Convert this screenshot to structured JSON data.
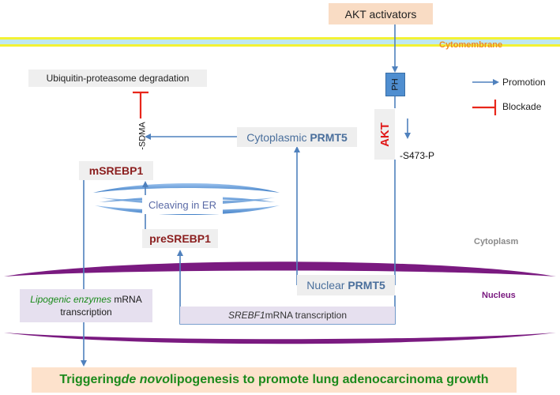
{
  "labels": {
    "akt_activators": "AKT activators",
    "cytomembrane": "Cytomembrane",
    "ubiquitin": "Ubiquitin-proteasome degradation",
    "ph": "PH",
    "promotion": "Promotion",
    "blockade": "Blockade",
    "akt": "AKT",
    "sdma": "-SDMA",
    "cytoplasmic_prefix": "Cytoplasmic",
    "prmt5": "PRMT5",
    "s473p": "-S473-P",
    "msrebp1": "mSREBP1",
    "cleaving": "Cleaving in ER",
    "presrebp1": "preSREBP1",
    "cytoplasm": "Cytoplasm",
    "nuclear_prefix": "Nuclear",
    "nucleus": "Nucleus",
    "lipogenic_italic": "Lipogenic enzymes",
    "lipogenic_rest": " mRNA",
    "transcription": "transcription",
    "srebf1_italic": "SREBF1",
    "srebf1_rest": " mRNA transcription",
    "banner_pre": "Triggering ",
    "banner_italic": "de novo",
    "banner_post": " lipogenesis to promote lung adenocarcinoma growth"
  },
  "legend": [
    {
      "label": "Promotion",
      "symbol": "arrow",
      "color": "#4f81bd"
    },
    {
      "label": "Blockade",
      "symbol": "t-bar",
      "color": "#e8261a"
    }
  ],
  "colors": {
    "membrane": "#f2f233",
    "membrane_inner": "#bfe8f0",
    "nucleus_envelope": "#7a1a80",
    "arrow": "#4f81bd",
    "blockade": "#e8261a",
    "protein_red": "#8b1e1e",
    "prmt5_blue": "#4a6f9c",
    "banner_bg": "#fde2cc",
    "banner_text": "#1c8a1c",
    "er_blue": "#5b96d8"
  }
}
